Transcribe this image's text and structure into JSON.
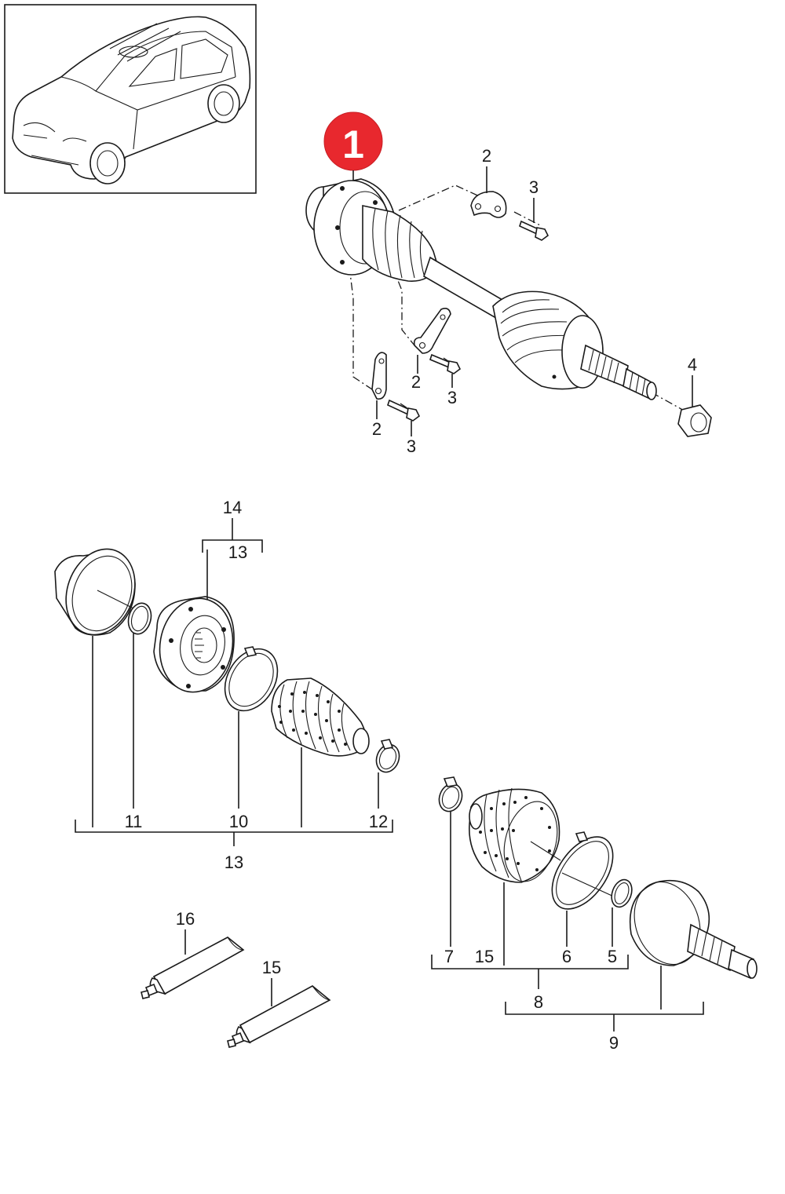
{
  "badge": {
    "text": "1",
    "color": "#e8282e"
  },
  "labels": {
    "l2a": "2",
    "l3a": "3",
    "l2b": "2",
    "l3b": "3",
    "l2c": "2",
    "l3c": "3",
    "l4": "4",
    "l14": "14",
    "l13top": "13",
    "l11": "11",
    "l10": "10",
    "l12": "12",
    "l13bottom": "13",
    "l16": "16",
    "l15a": "15",
    "l7": "7",
    "l15b": "15",
    "l6": "6",
    "l5": "5",
    "l8": "8",
    "l9": "9"
  },
  "icons": {
    "vehicle": "suv-vehicle-icon",
    "driveshaft": "drive-shaft-icon",
    "tube": "grease-tube-icon"
  }
}
